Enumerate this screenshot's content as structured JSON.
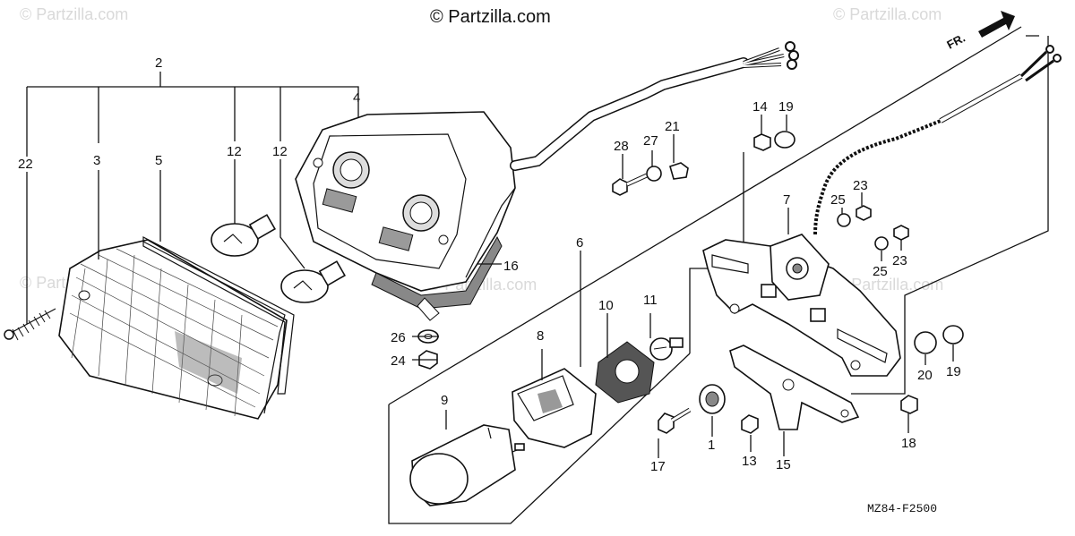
{
  "watermarks": {
    "main": "© Partzilla.com",
    "faint": "© Partzilla.com"
  },
  "diagram_code": "MZ84-F2500",
  "direction_label": "FR.",
  "callouts": {
    "c1": "1",
    "c2": "2",
    "c3": "3",
    "c4": "4",
    "c5": "5",
    "c6": "6",
    "c7": "7",
    "c8": "8",
    "c9": "9",
    "c10": "10",
    "c11": "11",
    "c12a": "12",
    "c12b": "12",
    "c13": "13",
    "c14": "14",
    "c15": "15",
    "c16": "16",
    "c17": "17",
    "c18": "18",
    "c19a": "19",
    "c19b": "19",
    "c20": "20",
    "c21": "21",
    "c22": "22",
    "c23a": "23",
    "c23b": "23",
    "c24": "24",
    "c25a": "25",
    "c25b": "25",
    "c26": "26",
    "c27": "27",
    "c28": "28"
  }
}
